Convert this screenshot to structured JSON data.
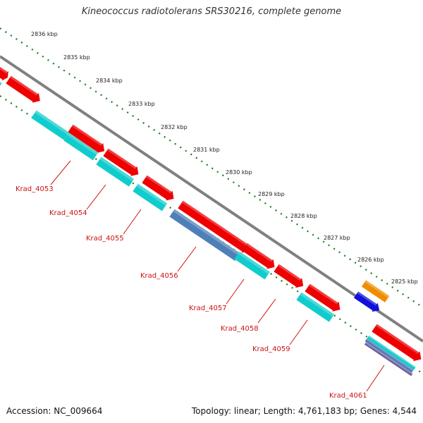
{
  "title": "Kineococcus radiotolerans SRS30216, complete genome",
  "footer": {
    "accession": "Accession: NC_009664",
    "topology": "Topology: linear; Length: 4,761,183 bp; Genes: 4,544"
  },
  "ticks": [
    "2836 kbp",
    "2835 kbp",
    "2834 kbp",
    "2833 kbp",
    "2832 kbp",
    "2831 kbp",
    "2830 kbp",
    "2829 kbp",
    "2828 kbp",
    "2827 kbp",
    "2826 kbp",
    "2825 kbp"
  ],
  "gene_labels": [
    "Krad_4053",
    "Krad_4054",
    "Krad_4055",
    "Krad_4056",
    "Krad_4057",
    "Krad_4058",
    "Krad_4059",
    "Krad_4061"
  ],
  "colors": {
    "cds": "#ee0000",
    "gene": "#11cccc",
    "gene_long": "#4f7fb8",
    "orange": "#f08c00",
    "blue": "#1010dd",
    "backbone": "#808080",
    "ruler": "#1a7a1a",
    "label": "#cc1111"
  }
}
